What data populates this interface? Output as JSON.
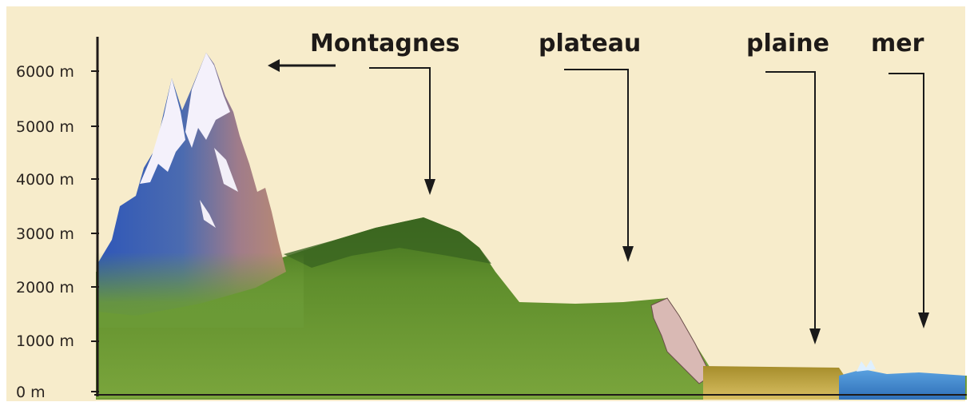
{
  "axis": {
    "ticks": [
      "0 m",
      "1000 m",
      "2000 m",
      "3000 m",
      "4000 m",
      "5000 m",
      "6000 m"
    ]
  },
  "labels": {
    "mountains": "Montagnes",
    "plateau": "plateau",
    "plain": "plaine",
    "sea": "mer"
  },
  "colors": {
    "background": "#f7eccb",
    "grass": "#6f9a36",
    "rock_blue": "#3a5ea8",
    "snow": "#ffffff",
    "cliff": "#d8b7b0",
    "plain": "#c9ad4c",
    "sea": "#3d86cf"
  }
}
